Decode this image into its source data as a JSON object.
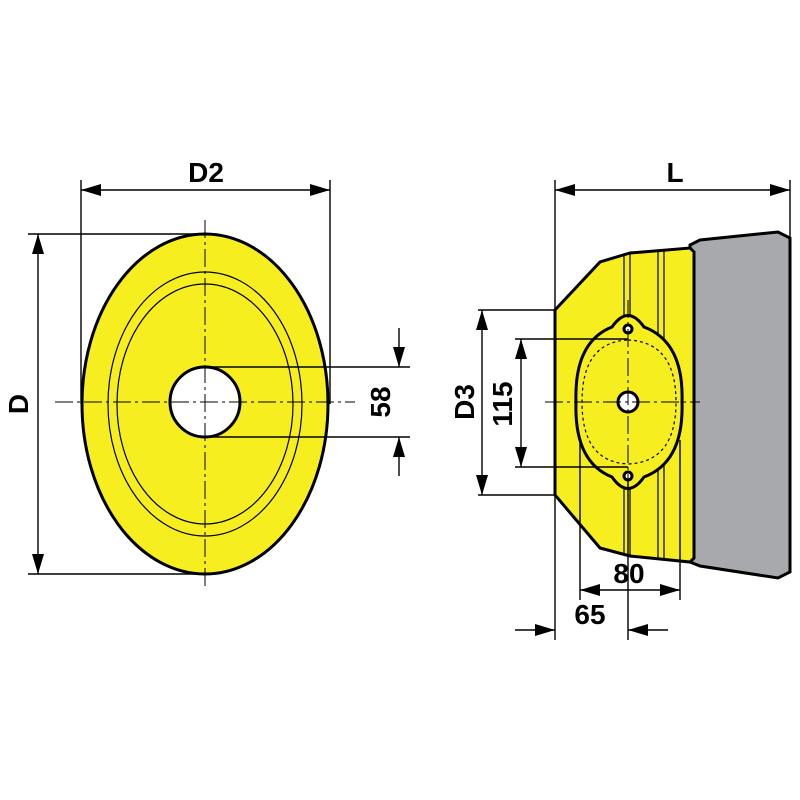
{
  "colors": {
    "body_yellow": "#f6ee1f",
    "sleeve_gray": "#a8a9ad",
    "line": "#000000",
    "background": "#ffffff"
  },
  "front_view": {
    "width_label": "D2",
    "height_label": "D",
    "bore_label": "58"
  },
  "side_view": {
    "length_label": "L",
    "flange_label": "D3",
    "hole_spacing_label": "115",
    "slot_width_label": "80",
    "offset_label": "65"
  }
}
